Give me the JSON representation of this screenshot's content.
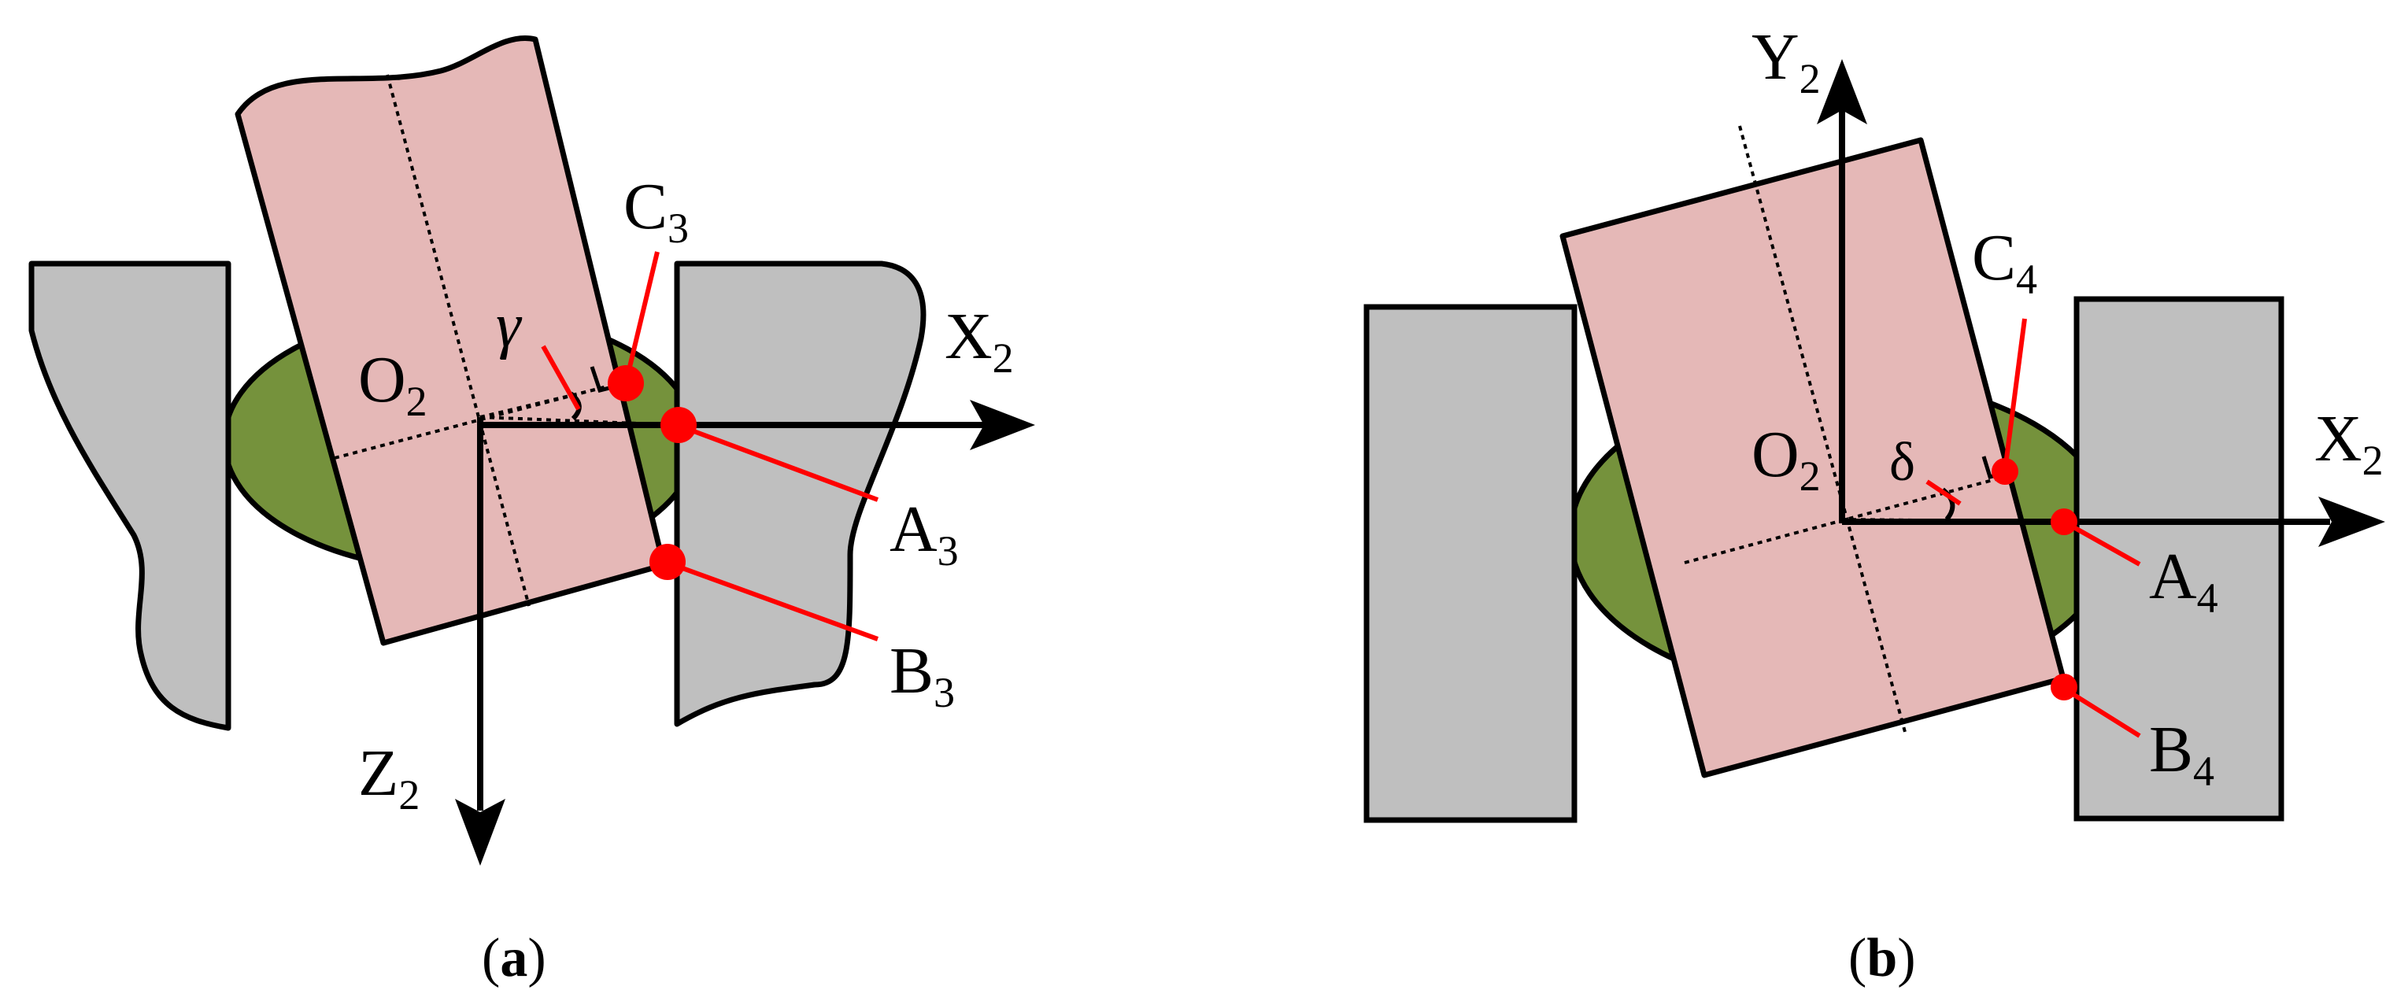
{
  "colors": {
    "workpiece_fill": "#e5b8b7",
    "grip_fill": "#75923c",
    "jaw_fill": "#bfbfbf",
    "point_red": "#ff0000",
    "line_black": "#000000"
  },
  "panel_a": {
    "caption": {
      "open": "(",
      "letter": "a",
      "close": ")"
    },
    "labels": {
      "O2": {
        "base": "O",
        "sub": "2"
      },
      "X2": {
        "base": "X",
        "sub": "2"
      },
      "Z2": {
        "base": "Z",
        "sub": "2"
      },
      "C3": {
        "base": "C",
        "sub": "3"
      },
      "A3": {
        "base": "A",
        "sub": "3"
      },
      "B3": {
        "base": "B",
        "sub": "3"
      },
      "angle": "γ"
    }
  },
  "panel_b": {
    "caption": {
      "open": "(",
      "letter": "b",
      "close": ")"
    },
    "labels": {
      "O2": {
        "base": "O",
        "sub": "2"
      },
      "X2": {
        "base": "X",
        "sub": "2"
      },
      "Y2": {
        "base": "Y",
        "sub": "2"
      },
      "C4": {
        "base": "C",
        "sub": "4"
      },
      "A4": {
        "base": "A",
        "sub": "4"
      },
      "B4": {
        "base": "B",
        "sub": "4"
      },
      "angle": "δ"
    }
  }
}
